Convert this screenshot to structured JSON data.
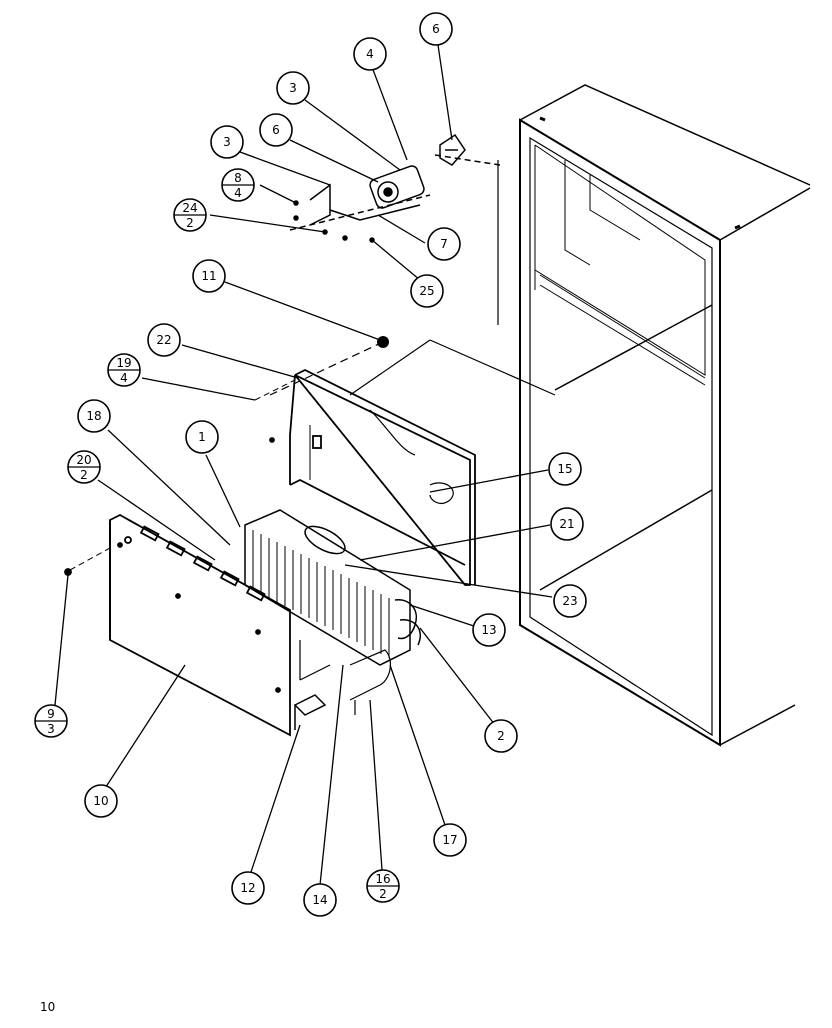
{
  "callouts": [
    {
      "id": "c6a",
      "label": "6"
    },
    {
      "id": "c4",
      "label": "4"
    },
    {
      "id": "c3a",
      "label": "3"
    },
    {
      "id": "c6b",
      "label": "6"
    },
    {
      "id": "c3b",
      "label": "3"
    },
    {
      "id": "c8-4",
      "num": "8",
      "den": "4"
    },
    {
      "id": "c24-2",
      "num": "24",
      "den": "2"
    },
    {
      "id": "c7",
      "label": "7"
    },
    {
      "id": "c25",
      "label": "25"
    },
    {
      "id": "c11",
      "label": "11"
    },
    {
      "id": "c22",
      "label": "22"
    },
    {
      "id": "c19-4",
      "num": "19",
      "den": "4"
    },
    {
      "id": "c18",
      "label": "18"
    },
    {
      "id": "c1",
      "label": "1"
    },
    {
      "id": "c20-2",
      "num": "20",
      "den": "2"
    },
    {
      "id": "c15",
      "label": "15"
    },
    {
      "id": "c21",
      "label": "21"
    },
    {
      "id": "c23",
      "label": "23"
    },
    {
      "id": "c13",
      "label": "13"
    },
    {
      "id": "c2",
      "label": "2"
    },
    {
      "id": "c9-3",
      "num": "9",
      "den": "3"
    },
    {
      "id": "c10",
      "label": "10"
    },
    {
      "id": "c12",
      "label": "12"
    },
    {
      "id": "c14",
      "label": "14"
    },
    {
      "id": "c16-2",
      "num": "16",
      "den": "2"
    },
    {
      "id": "c17",
      "label": "17"
    }
  ],
  "page_number": "10"
}
